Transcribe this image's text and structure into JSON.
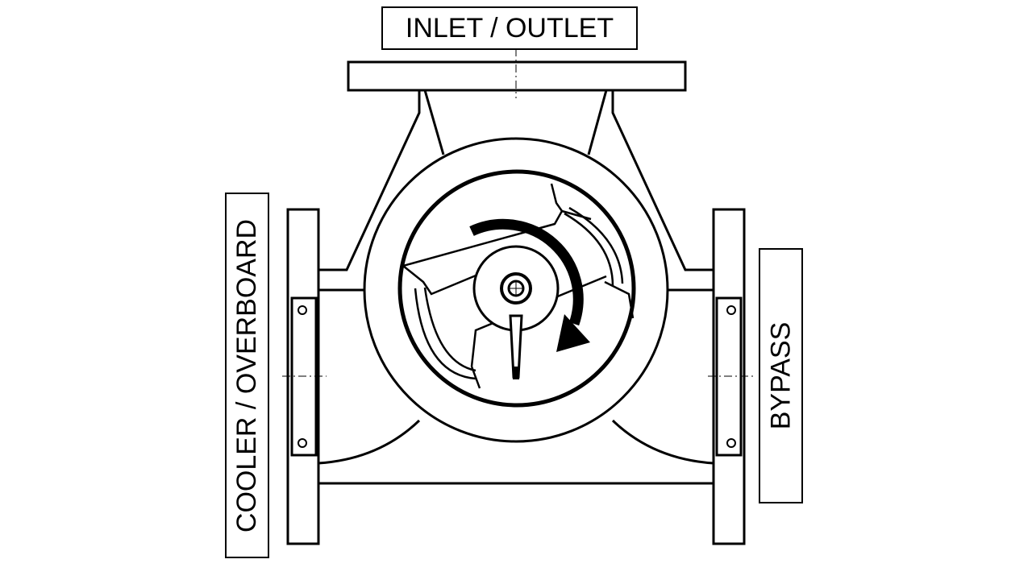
{
  "diagram": {
    "labels": {
      "top": "INLET / OUTLET",
      "left": "COOLER / OVERBOARD",
      "right": "BYPASS"
    },
    "rotation_direction": "clockwise",
    "colors": {
      "line": "#000000",
      "background": "#ffffff"
    }
  }
}
